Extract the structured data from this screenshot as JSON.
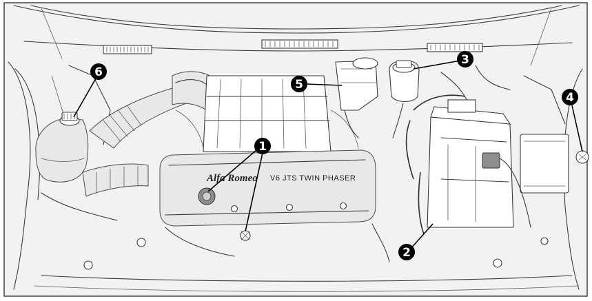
{
  "engine_cover": {
    "brand_logo": "Alfa Romeo",
    "model_text": "V6 JTS TWIN PHASER"
  },
  "callouts": [
    {
      "label": "1"
    },
    {
      "label": "2"
    },
    {
      "label": "3"
    },
    {
      "label": "4"
    },
    {
      "label": "5"
    },
    {
      "label": "6"
    }
  ]
}
